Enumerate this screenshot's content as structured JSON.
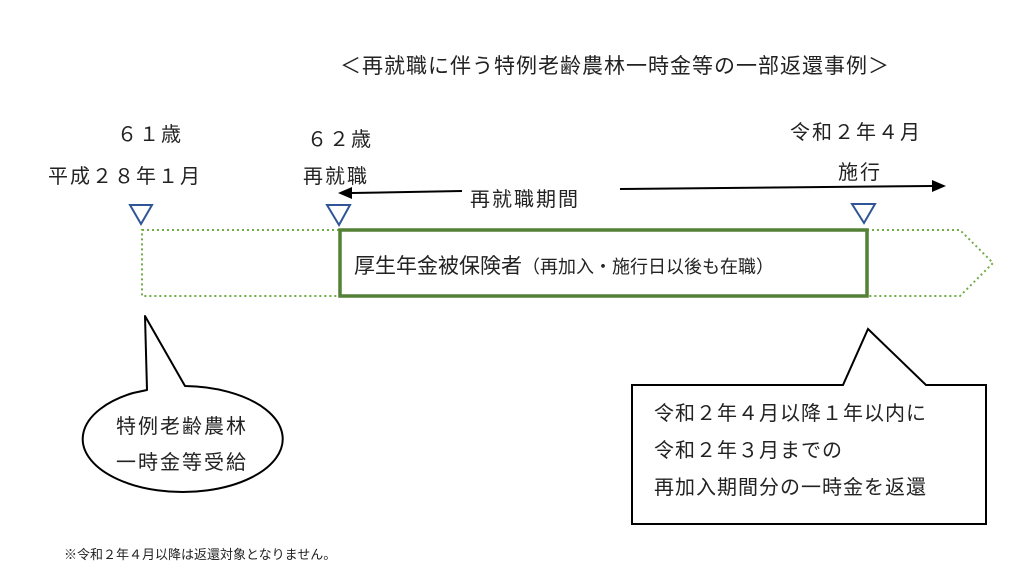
{
  "title": "＜再就職に伴う特例老齢農林一時金等の一部返還事例＞",
  "timeline": {
    "start": {
      "age": "６１歳",
      "date": "平成２８年１月"
    },
    "reemploy": {
      "age": "６２歳",
      "event": "再就職"
    },
    "enforce": {
      "date": "令和２年４月",
      "event": "施行"
    },
    "period_label": "再就職期間"
  },
  "band": {
    "main": "厚生年金被保険者",
    "note": "（再加入・施行日以後も在職）"
  },
  "bubble": {
    "lines": [
      "特例老齢農林",
      "一時金等受給"
    ]
  },
  "callout": {
    "lines": [
      "令和２年４月以降１年以内に",
      "令和２年３月までの",
      "再加入期間分の一時金を返還"
    ]
  },
  "footnote": "※令和２年４月以降は返還対象となりません。",
  "colors": {
    "band_border": "#538135",
    "marker": "#2f5597",
    "text": "#222222"
  }
}
